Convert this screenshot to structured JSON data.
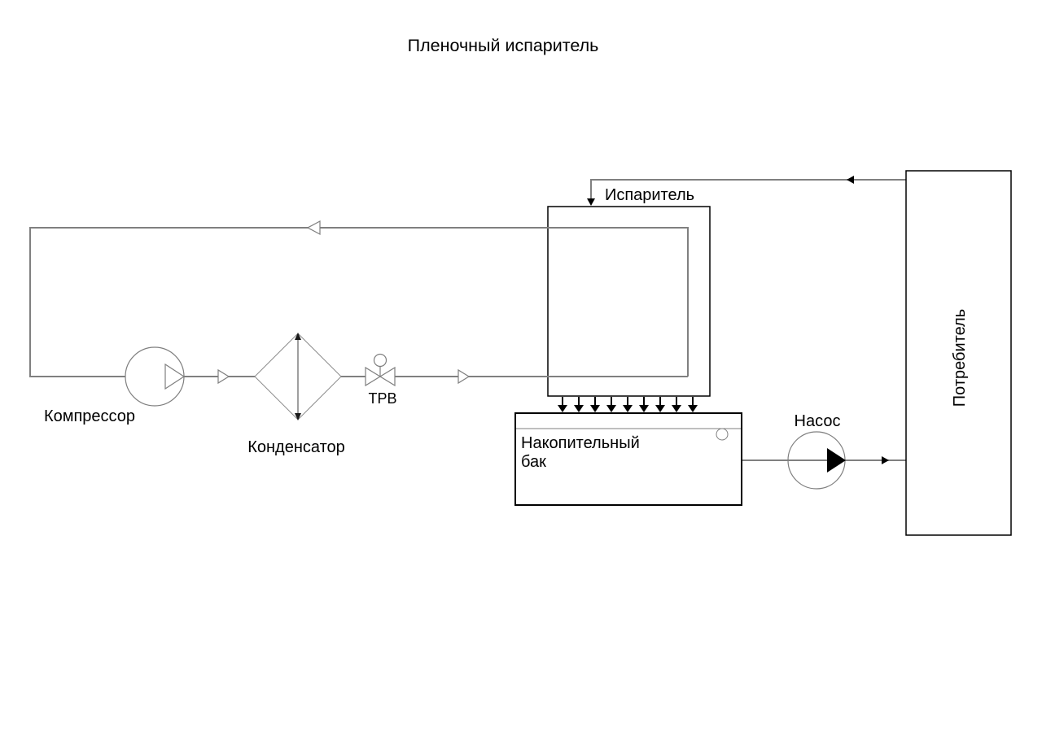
{
  "title": "Пленочный испаритель",
  "colors": {
    "background": "#ffffff",
    "pipe_gray": "#808080",
    "shape_outline_gray": "#7f7f7f",
    "box_and_arrow_black": "#000000"
  },
  "components": {
    "compressor": {
      "label": "Компрессор"
    },
    "condenser": {
      "label": "Конденсатор"
    },
    "expansion_valve": {
      "label": "ТРВ"
    },
    "evaporator": {
      "label": "Испаритель"
    },
    "storage_tank": {
      "label_line_1": "Накопительный",
      "label_line_2": "бак"
    },
    "pump": {
      "label": "Насос"
    },
    "consumer": {
      "label": "Потребитель"
    }
  }
}
